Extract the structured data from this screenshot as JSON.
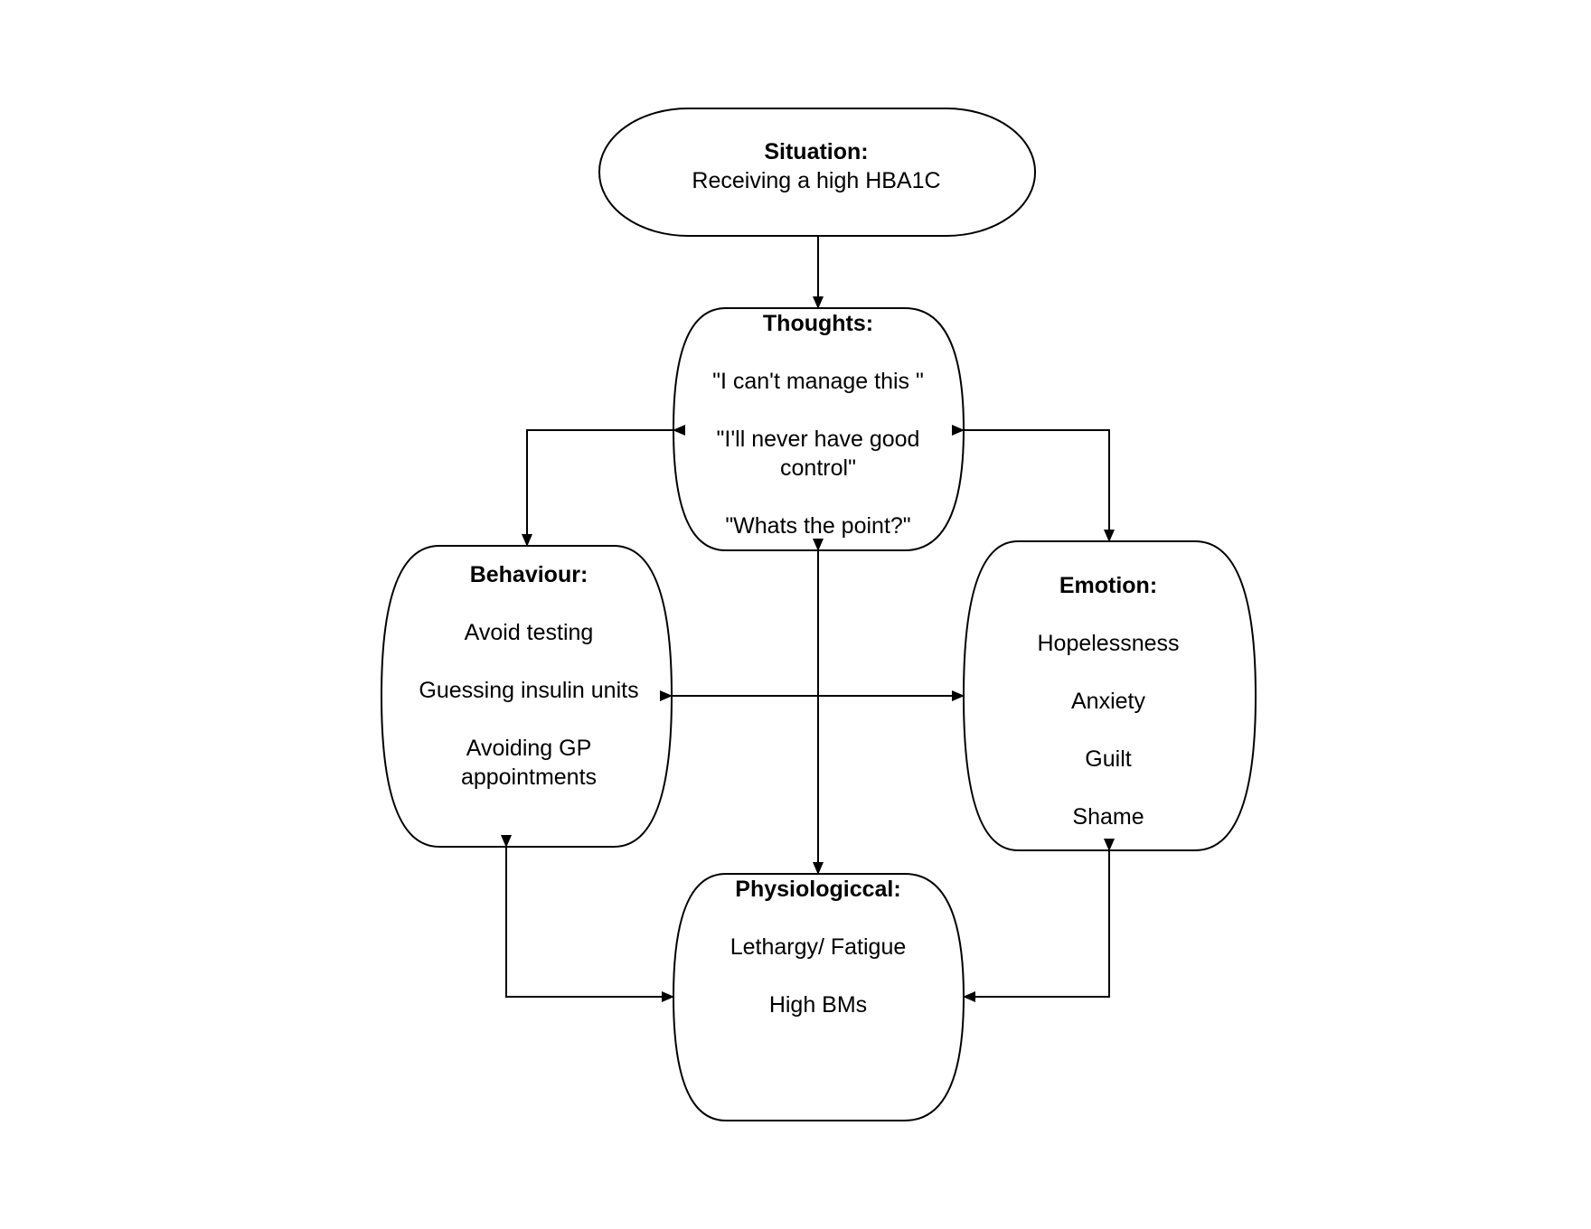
{
  "situation": {
    "title": "Situation:",
    "text": "Receiving a high HBA1C"
  },
  "thoughts": {
    "title": "Thoughts:",
    "items": [
      "\"I can't manage this \"",
      "\"I'll never have good",
      "control\"",
      "\"Whats the point?\""
    ]
  },
  "behaviour": {
    "title": "Behaviour:",
    "items": [
      "Avoid testing",
      "Guessing insulin units",
      "Avoiding GP",
      "appointments"
    ]
  },
  "emotion": {
    "title": "Emotion:",
    "items": [
      "Hopelessness",
      "Anxiety",
      "Guilt",
      "Shame"
    ]
  },
  "physiological": {
    "title": "Physiologiccal:",
    "items": [
      "Lethargy/ Fatigue",
      "High BMs"
    ]
  }
}
